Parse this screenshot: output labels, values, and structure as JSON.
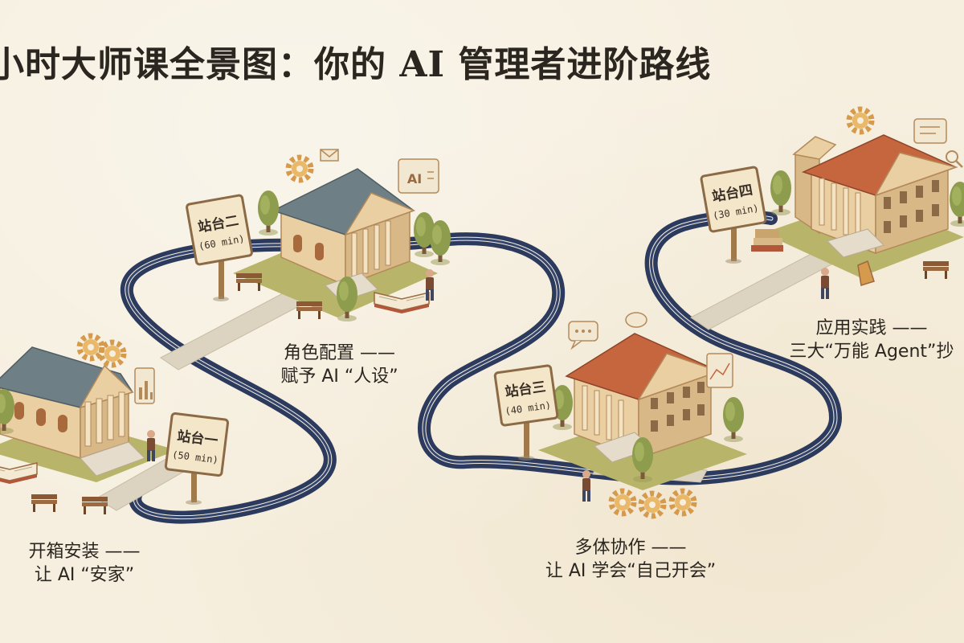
{
  "title": "小时大师课全景图：你的 AI 管理者进阶路线",
  "stations": [
    {
      "sign_title": "站台一",
      "sign_time": "(50 min)",
      "caption_line1": "开箱安装 ——",
      "caption_line2": "让 AI “安家”"
    },
    {
      "sign_title": "站台二",
      "sign_time": "(60 min)",
      "caption_line1": "角色配置 ——",
      "caption_line2": "赋予 AI “人设”"
    },
    {
      "sign_title": "站台三",
      "sign_time": "(40 min)",
      "caption_line1": "多体协作 ——",
      "caption_line2": "让 AI 学会“自己开会”"
    },
    {
      "sign_title": "站台四",
      "sign_time": "(30 min)",
      "caption_line1": "应用实践 ——",
      "caption_line2": "三大“万能 Agent”抄"
    }
  ],
  "badge_ai": "AI",
  "colors": {
    "background": "#f6efdf",
    "road": "#2c3a5e",
    "roof_blue": "#6f7f86",
    "roof_red": "#c5663f",
    "wall": "#e9cfa1",
    "grass": "#b8b56a",
    "text": "#2b2620"
  }
}
